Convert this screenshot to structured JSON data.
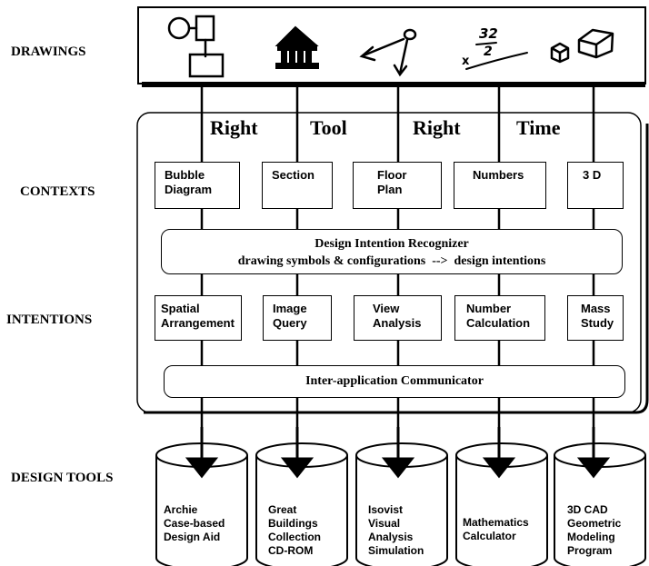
{
  "row_labels": {
    "drawings": "DRAWINGS",
    "contexts": "CONTEXTS",
    "intentions": "INTENTIONS",
    "design_tools": "DESIGN TOOLS"
  },
  "header_words": [
    "Right",
    "Tool",
    "Right",
    "Time"
  ],
  "sketch_glyphs": {
    "numbers_top": "32",
    "numbers_bottom": "2",
    "numbers_x": "x"
  },
  "contexts": [
    {
      "line1": "Bubble",
      "line2": "Diagram"
    },
    {
      "line1": "Section",
      "line2": ""
    },
    {
      "line1": "Floor",
      "line2": "Plan"
    },
    {
      "line1": "Numbers",
      "line2": ""
    },
    {
      "line1": "3 D",
      "line2": ""
    }
  ],
  "recognizer": {
    "title": "Design Intention Recognizer",
    "subtitle": "drawing symbols & configurations  -->  design intentions"
  },
  "intentions": [
    {
      "line1": "Spatial",
      "line2": "Arrangement"
    },
    {
      "line1": "Image",
      "line2": "Query"
    },
    {
      "line1": "View",
      "line2": "Analysis"
    },
    {
      "line1": "Number",
      "line2": "Calculation"
    },
    {
      "line1": "Mass",
      "line2": "Study"
    }
  ],
  "communicator": {
    "title": "Inter-application Communicator"
  },
  "tools": [
    {
      "lines": [
        "Archie",
        "Case-based",
        "Design Aid"
      ]
    },
    {
      "lines": [
        "Great",
        "Buildings",
        "Collection",
        "CD-ROM"
      ]
    },
    {
      "lines": [
        "Isovist",
        "Visual",
        "Analysis",
        "Simulation"
      ]
    },
    {
      "lines": [
        "Mathematics",
        "Calculator"
      ]
    },
    {
      "lines": [
        "3D CAD",
        "Geometric",
        "Modeling",
        "Program"
      ]
    }
  ]
}
